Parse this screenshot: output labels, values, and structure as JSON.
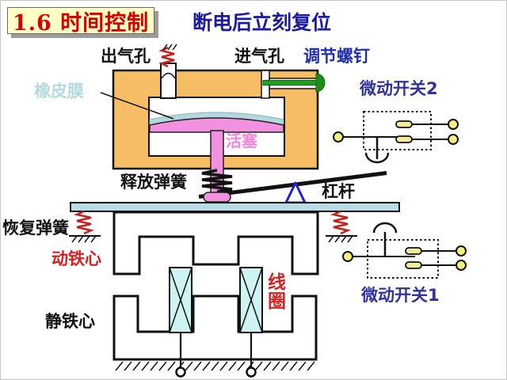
{
  "slide": {
    "title": "1.6 时间控制",
    "subtitle": "断电后立刻复位"
  },
  "labels": {
    "outlet_hole": "出气孔",
    "inlet_hole": "进气孔",
    "adjusting_screw": "调节螺钉",
    "rubber_membrane": "橡皮膜",
    "micro_switch_2": "微动开关2",
    "piston": "活塞",
    "release_spring": "释放弹簧",
    "lever": "杠杆",
    "recovery_spring": "恢复弹簧",
    "moving_iron_core": "动铁心",
    "coil": "线圈",
    "static_iron_core": "静铁心",
    "micro_switch_1": "微动开关1"
  },
  "colors": {
    "title_red": "#d40000",
    "title_box_bg": "#ffffc6",
    "subtitle_navy": "#1b1ba0",
    "screw_label_blue": "#1f2fae",
    "switch_label_navy": "#32329d",
    "orange_block": "#f6bd64",
    "membrane_cyan": "#b4d8dc",
    "piston_pink": "#f291e0",
    "coil_cyan": "#cdf4f2",
    "bar_blue": "#b9dde6",
    "spring_red": "#c42020",
    "screw_green": "#1d8c1d",
    "terminal_yellow": "#f3f080",
    "fulcrum_blue": "#2222cc"
  }
}
